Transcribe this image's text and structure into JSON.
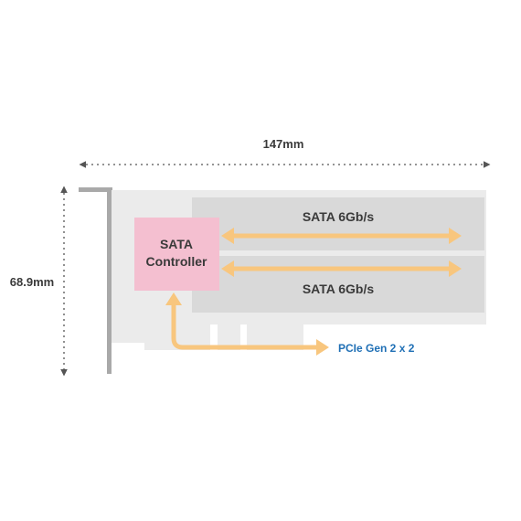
{
  "dimensions": {
    "width_label": "147mm",
    "height_label": "68.9mm"
  },
  "controller": {
    "line1": "SATA",
    "line2": "Controller"
  },
  "ports": [
    {
      "label": "SATA 6Gb/s"
    },
    {
      "label": "SATA 6Gb/s"
    }
  ],
  "bus": {
    "label": "PCIe Gen 2 x 2"
  },
  "colors": {
    "board": "#ebebeb",
    "port_area": "#d9d9d9",
    "bracket": "#a9a9a9",
    "controller_fill": "#f4bfd0",
    "arrow": "#f8c67e",
    "bus_label": "#1f6fb5",
    "text": "#3a3a3a",
    "dimension_line": "#555555"
  }
}
